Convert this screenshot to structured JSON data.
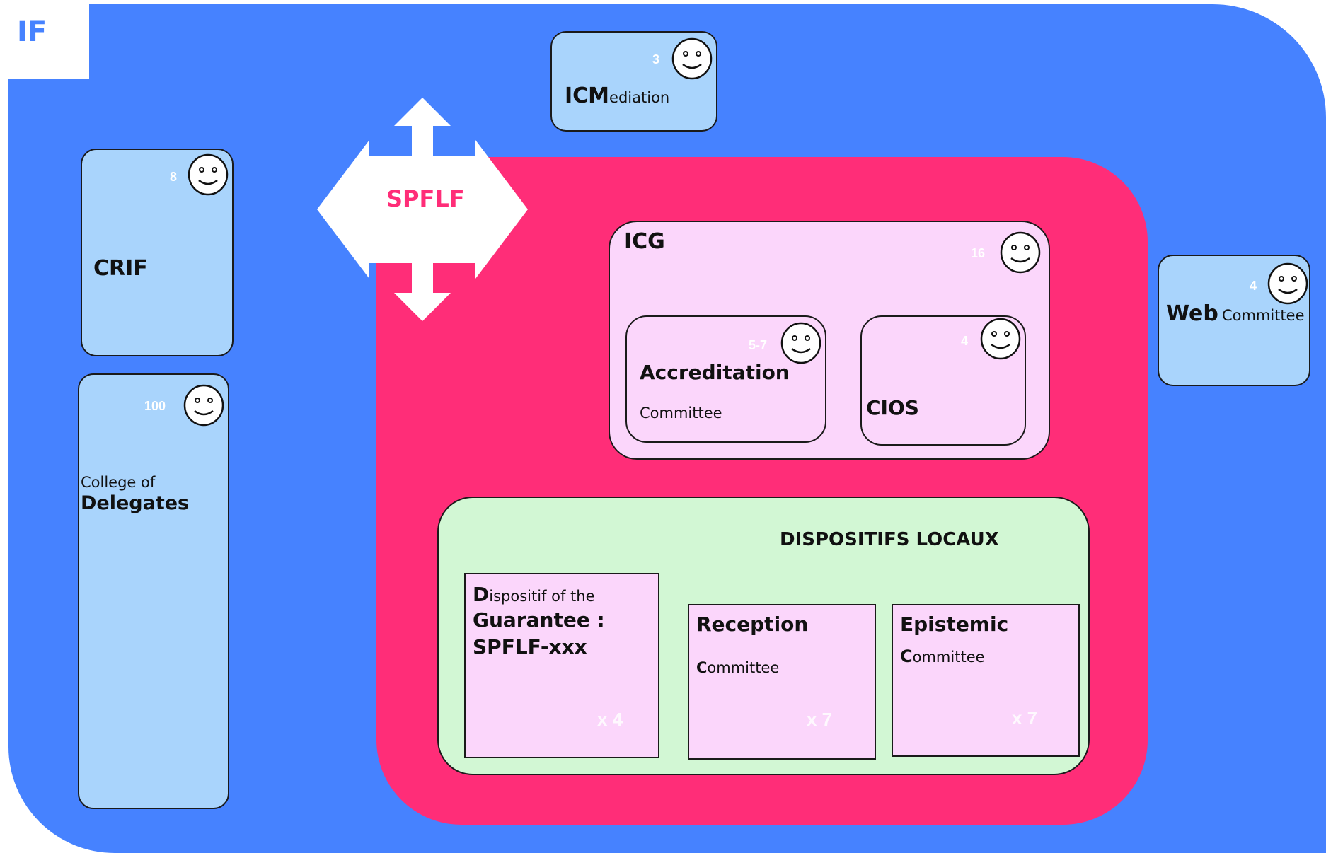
{
  "colors": {
    "outer_blue": "#4682ff",
    "spflf_magenta": "#ff2d78",
    "box_blue": "#a9d4fc",
    "box_pink": "#fbd6fb",
    "box_green": "#d2f7d4",
    "text_dark": "#111111"
  },
  "if": {
    "label": "IF"
  },
  "spflf": {
    "label": "SPFLF",
    "arrow_icon": "four-way-arrow-icon"
  },
  "icmediation": {
    "count": "3",
    "label_bold": "ICM",
    "label_rest": "ediation"
  },
  "crif": {
    "count": "8",
    "label": "CRIF"
  },
  "college": {
    "count": "100",
    "line1": "College of",
    "line2": "Delegates"
  },
  "web": {
    "count": "4",
    "label_bold": "Web",
    "label_rest": "Committee"
  },
  "icg": {
    "label": "ICG",
    "count": "16",
    "accreditation": {
      "count": "5-7",
      "title": "Accreditation",
      "subtitle": "Committee"
    },
    "cios": {
      "count": "4",
      "label": "CIOS"
    }
  },
  "dispositifs": {
    "title": "DISPOSITIFS LOCAUX",
    "guarantee": {
      "initial": "D",
      "line1_rest": "ispositif of the",
      "line2": "Guarantee :",
      "line3": "SPFLF-xxx",
      "mult": "x 4"
    },
    "reception": {
      "title": "Reception",
      "sub_initial": "C",
      "sub_rest": "ommittee",
      "mult": "x 7"
    },
    "epistemic": {
      "title": "Epistemic",
      "sub_initial": "C",
      "sub_rest": "ommittee",
      "mult": "x 7"
    }
  }
}
